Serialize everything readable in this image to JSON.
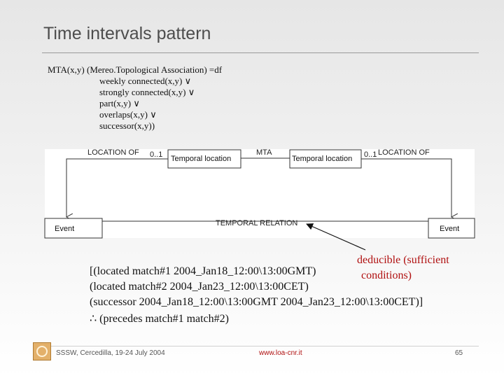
{
  "slide": {
    "title": "Time intervals pattern",
    "definition": {
      "head": "MTA(x,y) (Mereo.Topological Association) =df",
      "lines": [
        "weekly connected(x,y) ∨",
        "strongly connected(x,y) ∨",
        "part(x,y) ∨",
        "overlaps(x,y) ∨",
        "successor(x,y))"
      ]
    },
    "diagram": {
      "left_location_label": "LOCATION OF",
      "left_multiplicity": "0..1",
      "left_temporal_box": "Temporal location",
      "mta_label": "MTA",
      "right_temporal_box": "Temporal location",
      "right_multiplicity": "0..1",
      "right_location_label": "LOCATION OF",
      "left_event": "Event",
      "right_event": "Event",
      "relation_label": "TEMPORAL RELATION"
    },
    "annotation": {
      "line1": "deducible (sufficient",
      "line2": "conditions)"
    },
    "example": [
      "[(located match#1 2004_Jan18_12:00\\13:00GMT)",
      "(located match#2 2004_Jan23_12:00\\13:00CET)",
      "(successor 2004_Jan18_12:00\\13:00GMT 2004_Jan23_12:00\\13:00CET)]",
      "∴  (precedes match#1 match#2)"
    ],
    "footer": {
      "left": "SSSW, Cercedilla, 19-24 July 2004",
      "center": "www.loa-cnr.it",
      "page": "65"
    },
    "colors": {
      "annotation": "#b01010",
      "title": "#4d4d4d"
    }
  }
}
